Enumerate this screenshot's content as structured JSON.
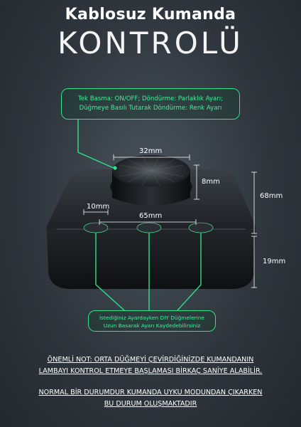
{
  "header": {
    "title_line1": "Kablosuz Kumanda",
    "title_line2": "KONTROLÜ"
  },
  "callouts": {
    "top_line1": "Tek Basma: ON/OFF; Döndürme: Parlaklık Ayarı;",
    "top_line2": "Düğmeye Basılı Tutarak Döndürme: Renk Ayarı",
    "bottom_line1": "İstediğiniz Ayardayken DIY Düğmelerine",
    "bottom_line2": "Uzun Basarak Ayarı Kaydedebilirsiniz"
  },
  "dimensions": {
    "knob_width": "32mm",
    "knob_height": "8mm",
    "total_height": "68mm",
    "button_width": "10mm",
    "body_width": "65mm",
    "body_height": "19mm"
  },
  "notes": {
    "line1": "ÖNEMLİ NOT: ORTA DÜĞMEYİ ÇEVİRDİĞİNİZDE KUMANDANIN",
    "line2": "LAMBAYI KONTROL ETMEYE BAŞLAMASI BİRKAÇ SANİYE ALABİLİR.",
    "line3": "NORMAL BİR DURUMDUR KUMANDA UYKU MODUNDAN ÇIKARKEN",
    "line4": "BU DURUM OLUŞMAKTADIR"
  },
  "colors": {
    "accent_green": "#2ee28a",
    "background": "#2f363d"
  }
}
